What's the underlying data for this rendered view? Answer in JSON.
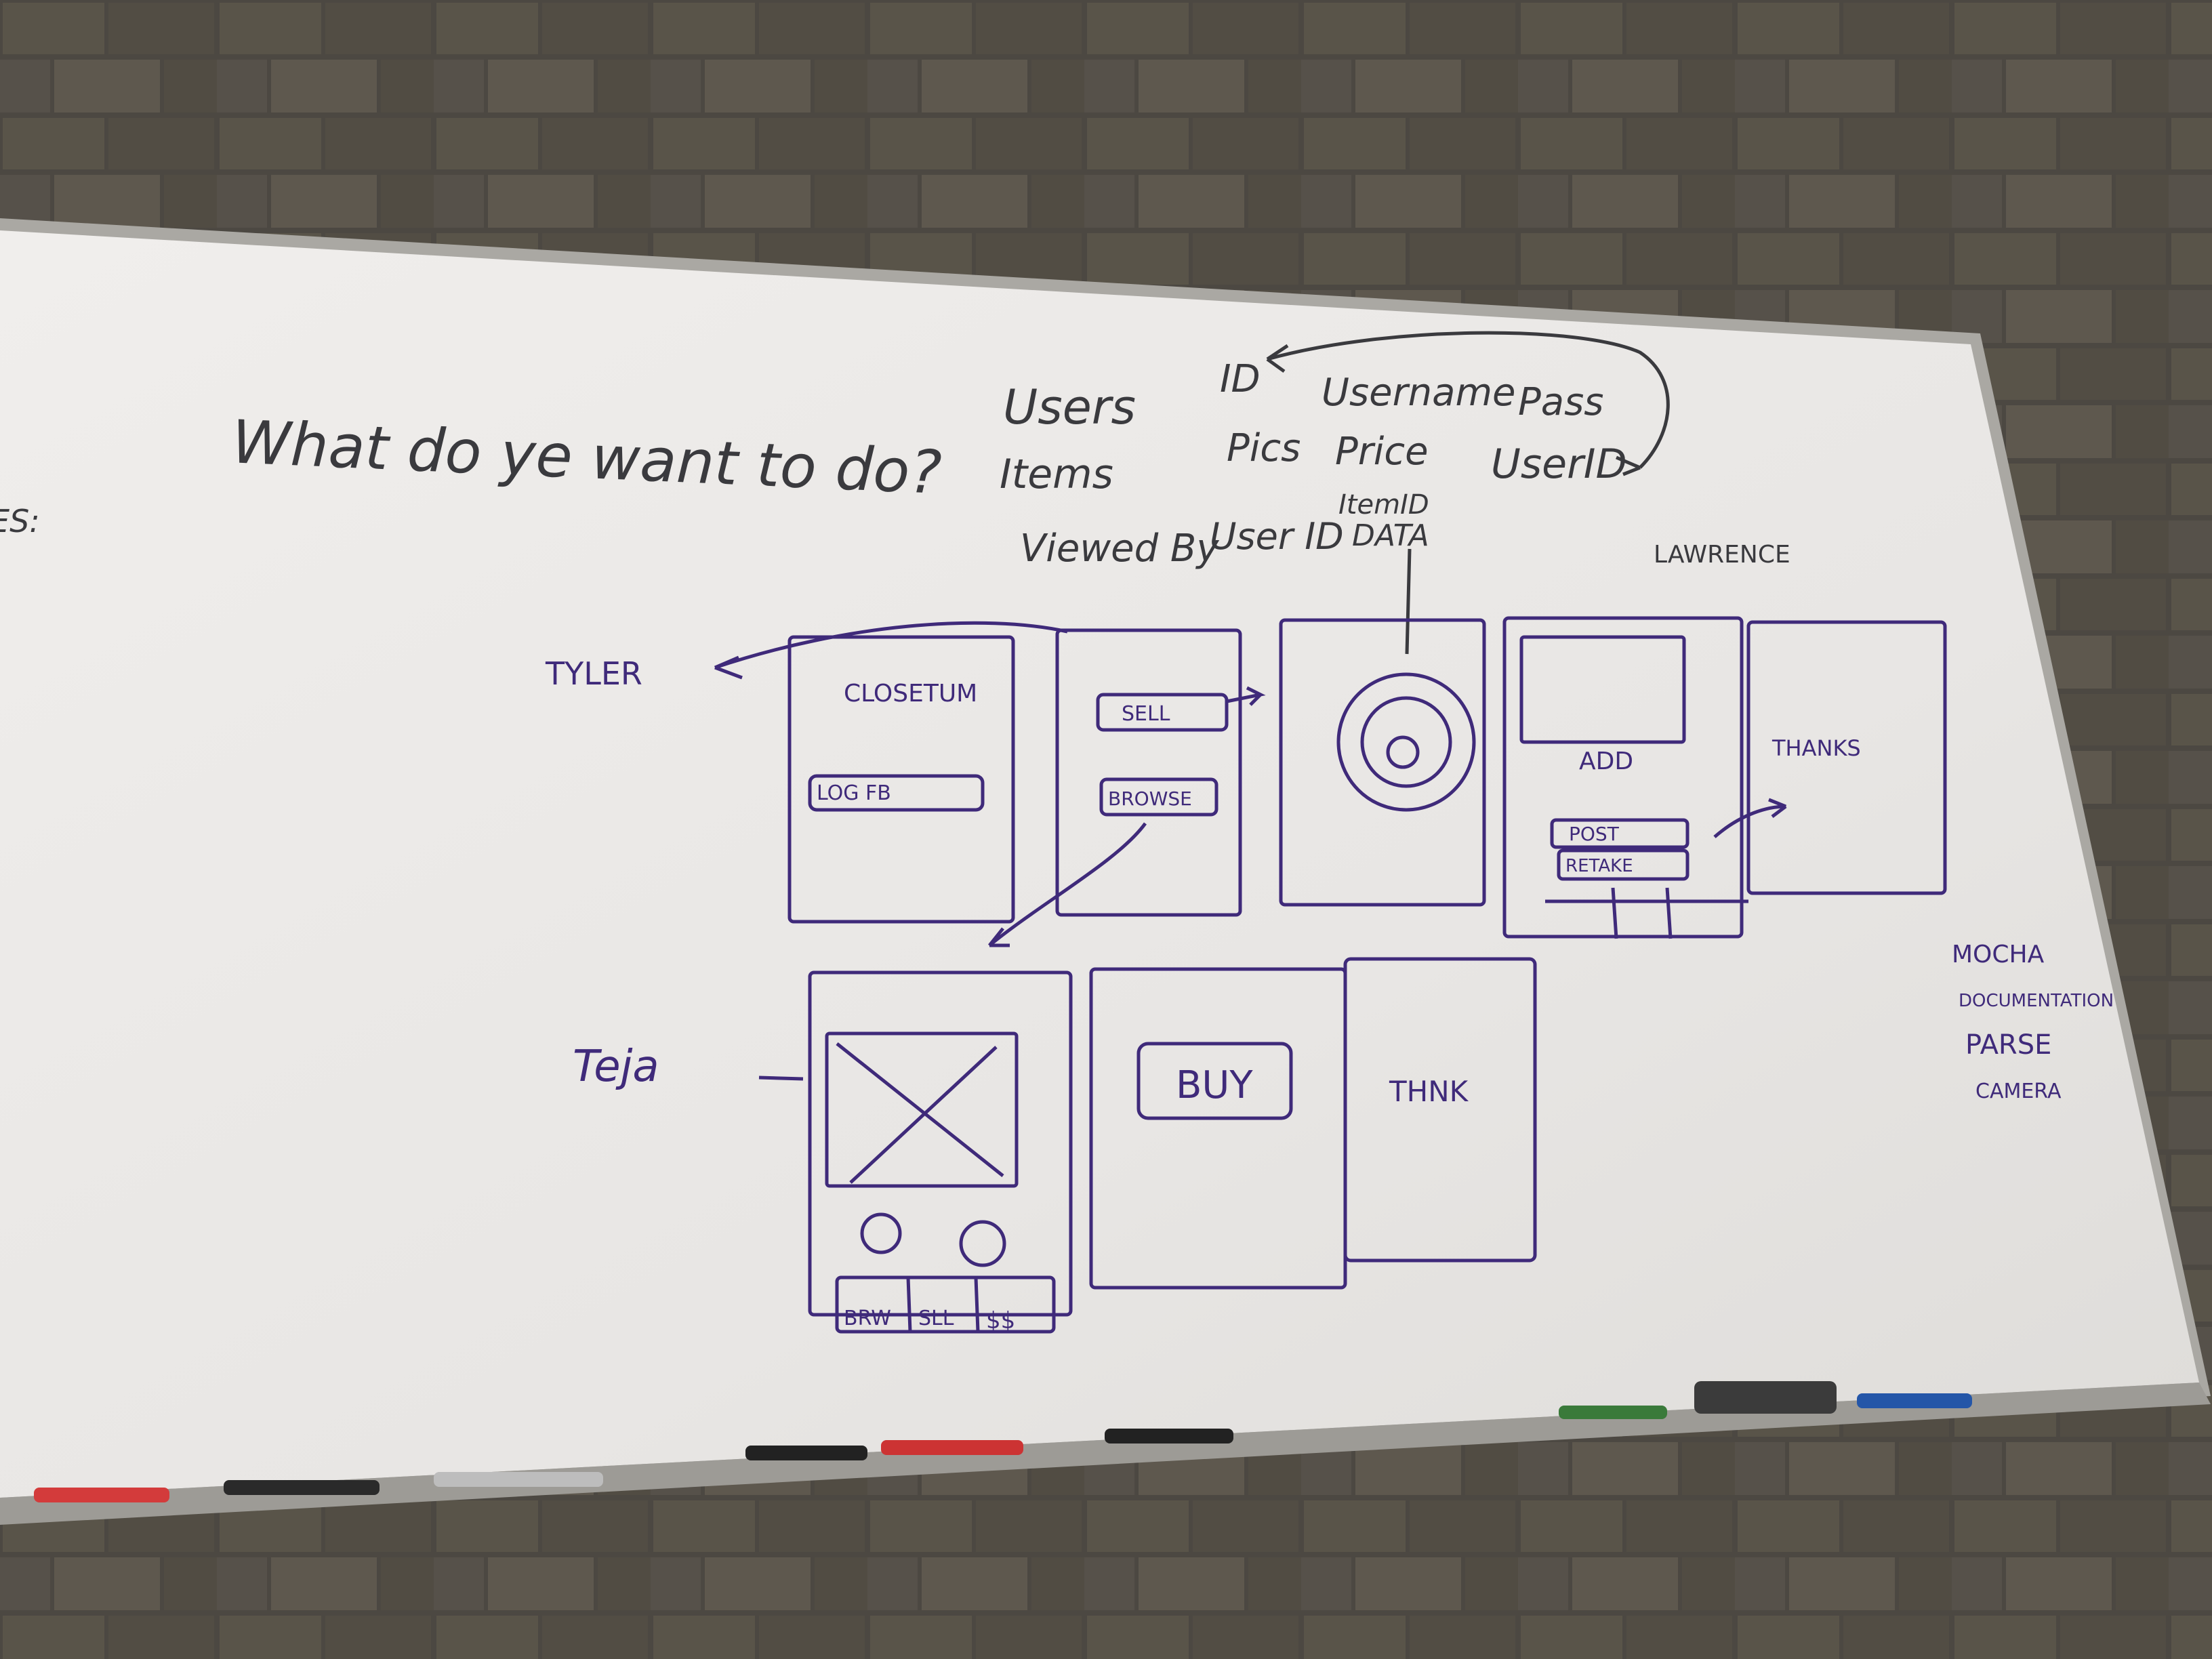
{
  "colors": {
    "wall": "#4a4640",
    "board": "#e9e7e5",
    "frame": "#a9a7a3",
    "ink_black": "#3a3a3e",
    "ink_purple": "#3f2a7a"
  },
  "text": {
    "les": "ES:",
    "question": "What do ye want to do?",
    "users": "Users",
    "items": "Items",
    "viewed_by": "Viewed By",
    "id": "ID",
    "username": "Username",
    "pass": "Pass",
    "pics": "Pics",
    "price": "Price",
    "userid_items": "UserID",
    "userid_viewed": "User ID",
    "itemid": "ItemID",
    "data": "DATA",
    "lawrence": "LAWRENCE",
    "tyler": "TYLER",
    "teja": "Teja",
    "closet": "CLOSETUM",
    "login_fb": "LOG FB",
    "sell": "SELL",
    "browse": "BROWSE",
    "add": "ADD",
    "post": "POST",
    "retake": "RETAKE",
    "thanks1": "THANKS",
    "buy": "BUY",
    "thanks2": "THNK",
    "tab_browse": "BRW",
    "tab_sell": "SLL",
    "tab_x": "$$",
    "mocha": "MOCHA",
    "documentation": "DOCUMENTATION",
    "parse": "PARSE",
    "camera": "CAMERA"
  },
  "markers": [
    "red",
    "black",
    "black",
    "black",
    "red",
    "black",
    "green",
    "blue"
  ],
  "icons": {
    "camera_icon": "camera-lens-sketch",
    "image_placeholder": "x-box-sketch"
  }
}
